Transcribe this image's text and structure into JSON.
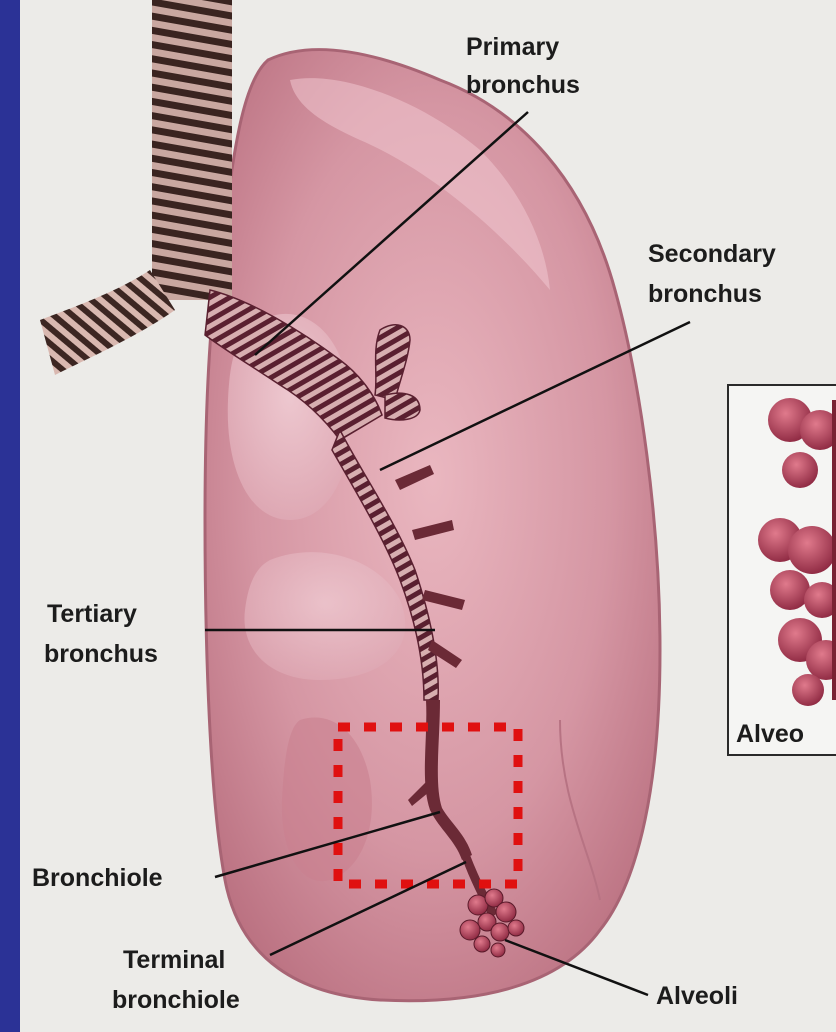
{
  "labels": {
    "primary_bronchus": [
      "Primary",
      "bronchus"
    ],
    "secondary_bronchus": [
      "Secondary",
      "bronchus"
    ],
    "tertiary_bronchus": [
      "Tertiary",
      "bronchus"
    ],
    "bronchiole": "Bronchiole",
    "terminal_bronchiole": [
      "Terminal",
      "bronchiole"
    ],
    "alveoli": "Alveoli",
    "inset_label": "Alveo"
  },
  "colors": {
    "background": "#2a2f8c",
    "panel": "#ecebe8",
    "lung": "#d99aa6",
    "bronchus": "#6b2a36",
    "highlight_box": "#e01010"
  }
}
